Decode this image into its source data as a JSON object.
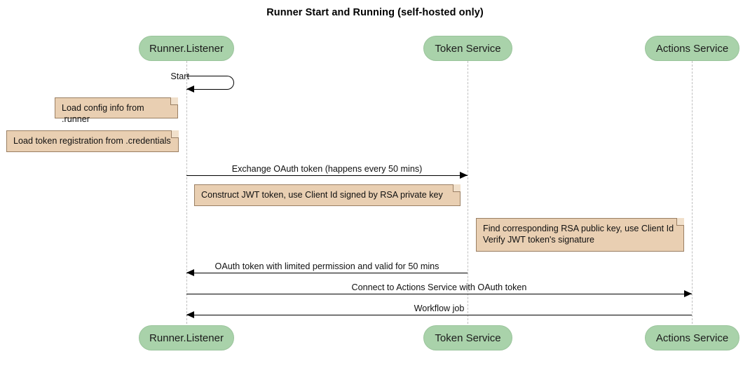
{
  "diagram": {
    "title": "Runner Start and Running (self-hosted only)",
    "colors": {
      "participant_fill": "#a9d2aa",
      "participant_border": "#9ac49b",
      "note_fill": "#e9cfb2",
      "note_border": "#9a7f63",
      "lifeline": "#bfbfbf",
      "line": "#000000",
      "background": "#ffffff"
    }
  },
  "participants": [
    {
      "id": "runner",
      "label": "Runner.Listener"
    },
    {
      "id": "token",
      "label": "Token Service"
    },
    {
      "id": "actions",
      "label": "Actions Service"
    }
  ],
  "participants_bottom": [
    {
      "id": "runner",
      "label": "Runner.Listener"
    },
    {
      "id": "token",
      "label": "Token Service"
    },
    {
      "id": "actions",
      "label": "Actions Service"
    }
  ],
  "messages": [
    {
      "id": "start",
      "label": "Start",
      "from": "runner",
      "to": "runner",
      "kind": "self"
    },
    {
      "id": "exchange-oauth",
      "label": "Exchange OAuth token (happens every 50 mins)",
      "from": "runner",
      "to": "token",
      "direction": "right"
    },
    {
      "id": "oauth-token-return",
      "label": "OAuth token with limited permission and valid for 50 mins",
      "from": "token",
      "to": "runner",
      "direction": "left"
    },
    {
      "id": "connect-actions",
      "label": "Connect to Actions Service with OAuth token",
      "from": "runner",
      "to": "actions",
      "direction": "right"
    },
    {
      "id": "workflow-job",
      "label": "Workflow job",
      "from": "actions",
      "to": "runner",
      "direction": "left"
    }
  ],
  "notes": [
    {
      "id": "load-config",
      "text": "Load config info from .runner"
    },
    {
      "id": "load-token-registration",
      "text": "Load token registration from .credentials"
    },
    {
      "id": "construct-jwt",
      "text": "Construct JWT token, use Client Id signed by RSA private key"
    },
    {
      "id": "verify-jwt",
      "text": "Find corresponding RSA public key, use Client Id\nVerify JWT token's signature"
    }
  ]
}
